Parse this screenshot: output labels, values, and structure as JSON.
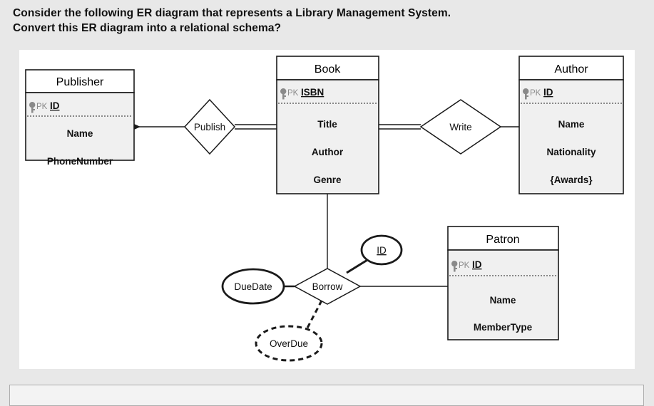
{
  "question": {
    "line1": "Consider the following ER diagram that represents a Library Management System.",
    "line2": "Convert this ER diagram into a relational schema?"
  },
  "diagram": {
    "title": "Library Management System ER Diagram",
    "entities": [
      {
        "id": "publisher",
        "name": "Publisher",
        "pk_marker": "PK",
        "pk_attribute": "ID",
        "attributes": [
          "Name",
          "PhoneNumber"
        ]
      },
      {
        "id": "book",
        "name": "Book",
        "pk_marker": "PK",
        "pk_attribute": "ISBN",
        "attributes": [
          "Title",
          "Author",
          "Genre"
        ]
      },
      {
        "id": "author",
        "name": "Author",
        "pk_marker": "PK",
        "pk_attribute": "ID",
        "attributes": [
          "Name",
          "Nationality",
          "{Awards}"
        ]
      },
      {
        "id": "patron",
        "name": "Patron",
        "pk_marker": "PK",
        "pk_attribute": "ID",
        "attributes": [
          "Name",
          "MemberType"
        ]
      }
    ],
    "relationships": [
      {
        "id": "publish",
        "label": "Publish"
      },
      {
        "id": "write",
        "label": "Write"
      },
      {
        "id": "borrow",
        "label": "Borrow"
      }
    ],
    "attributes": [
      {
        "id": "duedate",
        "label": "DueDate",
        "kind": "simple"
      },
      {
        "id": "borrow-id",
        "label": "ID",
        "kind": "key"
      },
      {
        "id": "overdue",
        "label": "OverDue",
        "kind": "derived"
      }
    ],
    "colors": {
      "entity_header_fill": "#ffffff",
      "entity_body_fill": "#f0f0f0",
      "stroke": "#1a1a1a",
      "pk_gray": "#8a8a8a",
      "panel": "#ffffff",
      "page_background": "#e8e8e8"
    }
  }
}
